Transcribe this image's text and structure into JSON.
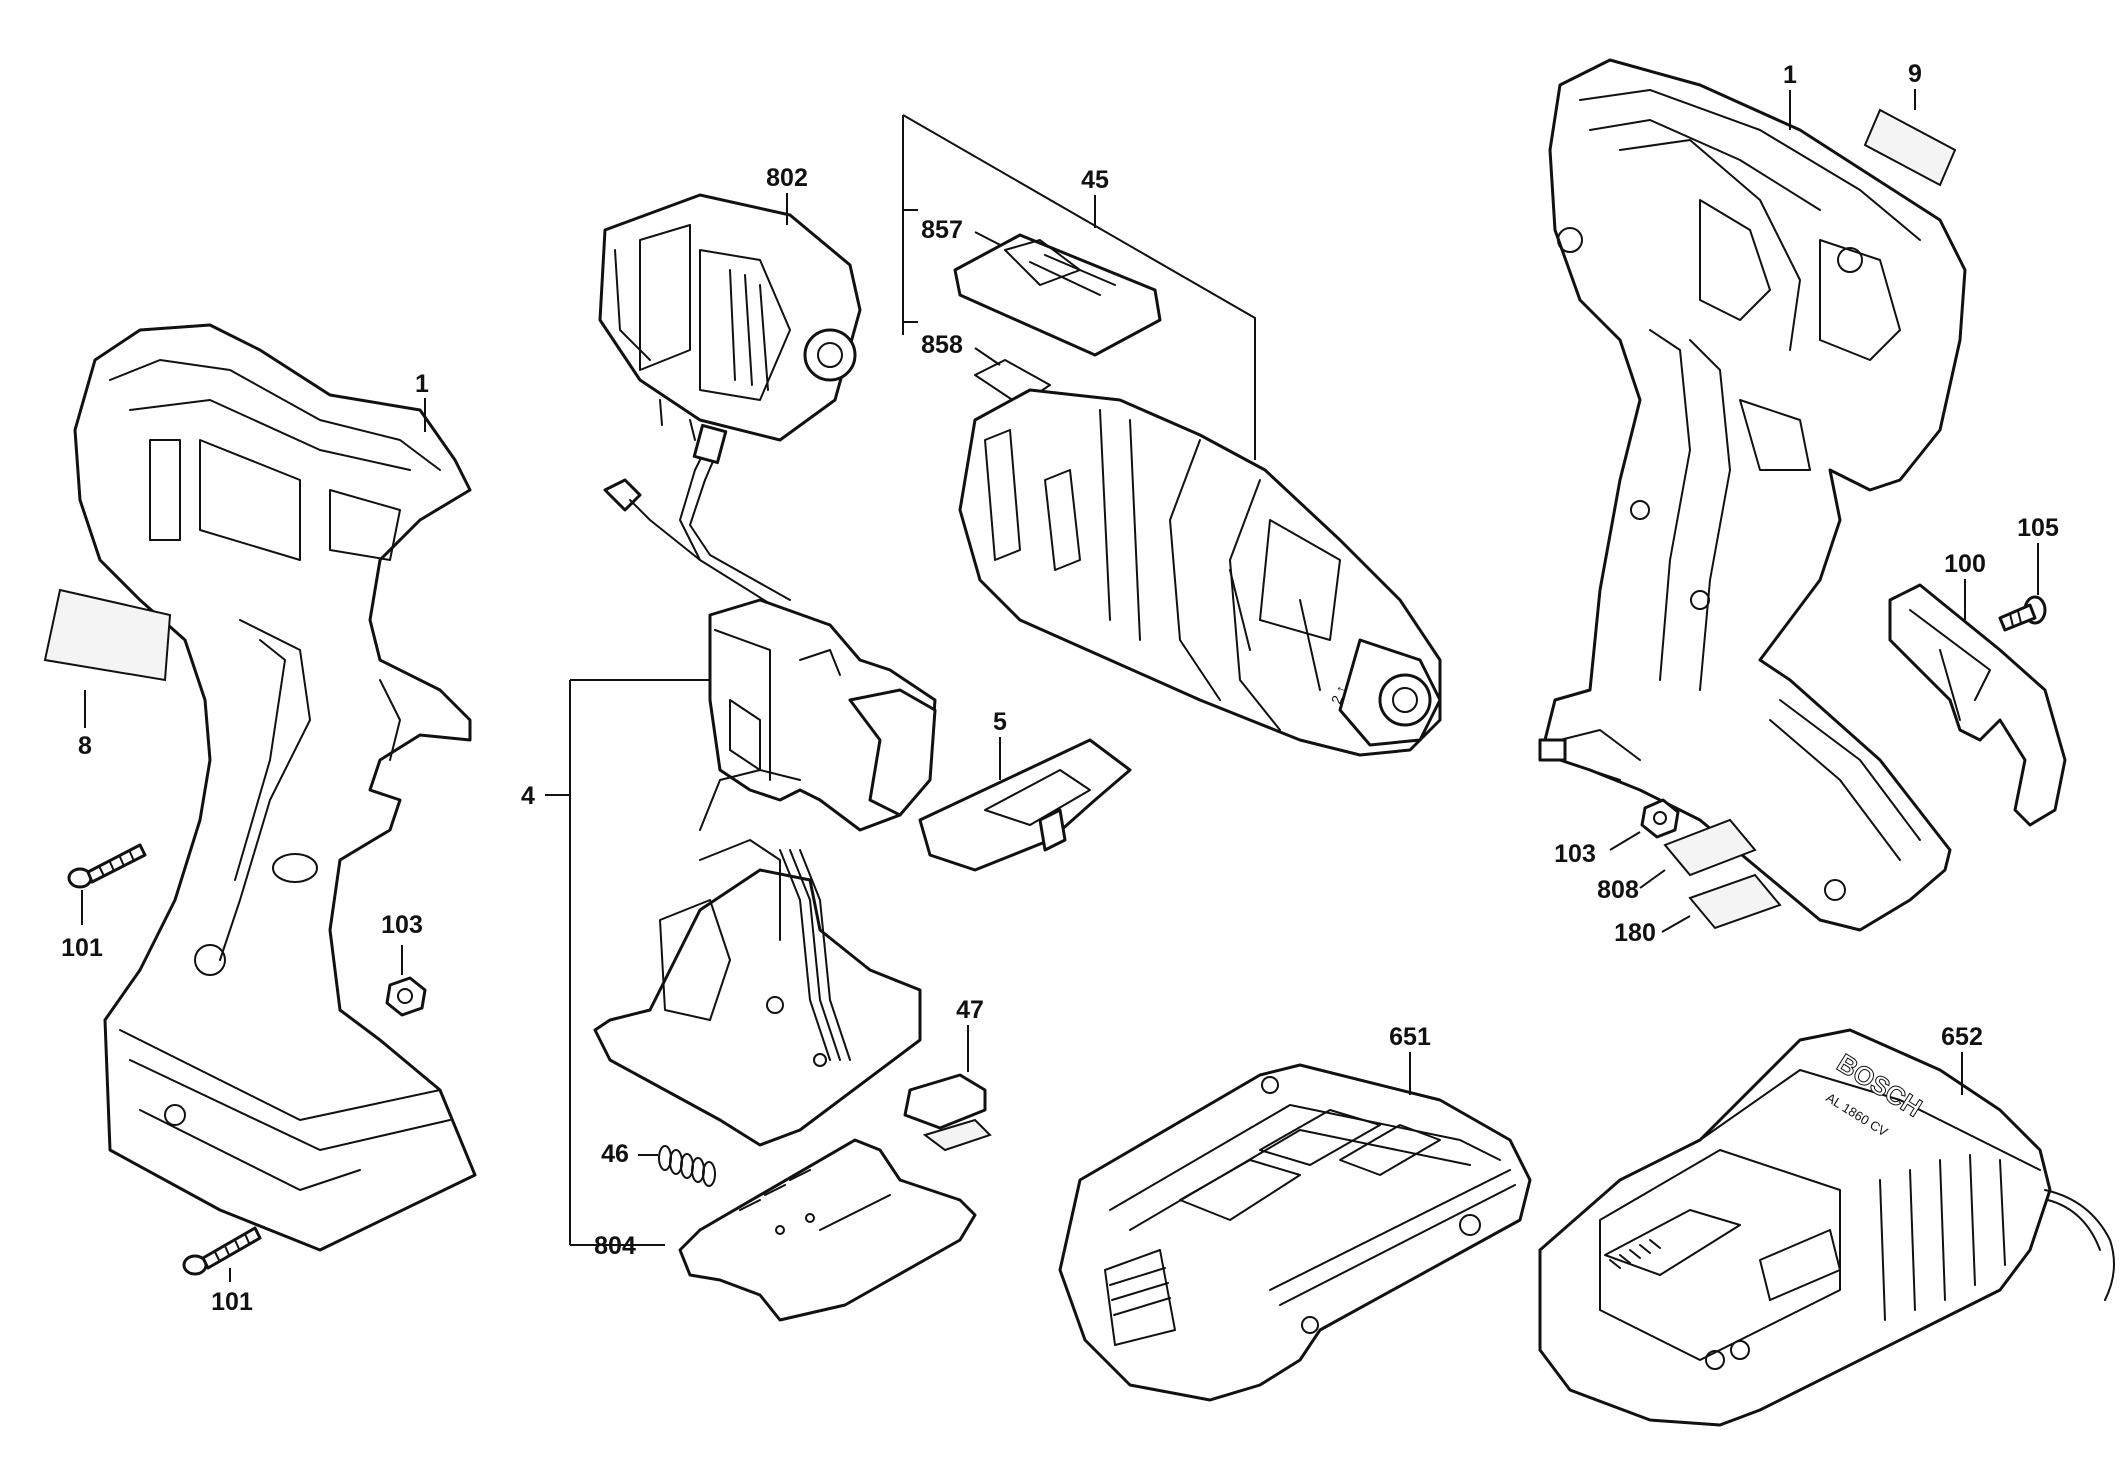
{
  "labels": {
    "housing_left": "1",
    "housing_right": "1",
    "nameplate": "9",
    "motor": "802",
    "gearbox_set": "45",
    "gearbox_cover": "857",
    "gear_seal": "858",
    "label_8": "8",
    "screw_upper": "101",
    "screw_lower": "101",
    "nut_left": "103",
    "nut_right": "103",
    "switch_assembly": "4",
    "slider": "5",
    "button_47": "47",
    "spring": "46",
    "contact_plate": "804",
    "belt_clip": "100",
    "clip_screw": "105",
    "label_808": "808",
    "label_180": "180",
    "battery": "651",
    "charger": "652"
  },
  "product_text": {
    "brand": "BOSCH",
    "charger_model": "AL 1860 CV"
  }
}
